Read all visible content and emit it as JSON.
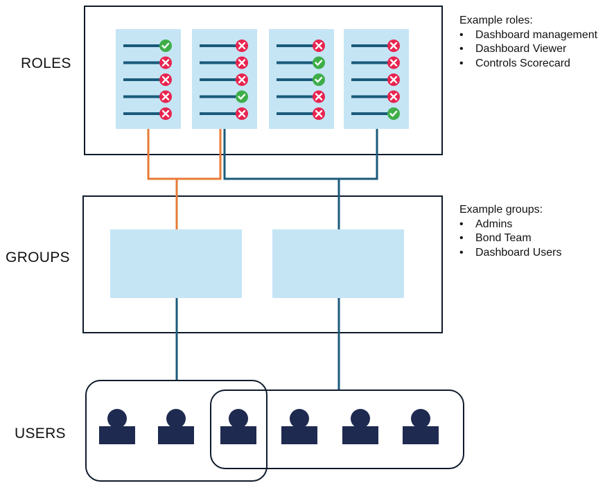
{
  "labels": {
    "roles": "ROLES",
    "groups": "GROUPS",
    "users": "USERS"
  },
  "roles_note": {
    "title": "Example roles:",
    "items": [
      "Dashboard management",
      "Dashboard Viewer",
      "Controls Scorecard"
    ]
  },
  "groups_note": {
    "title": "Example groups:",
    "items": [
      "Admins",
      "Bond Team",
      "Dashboard Users"
    ]
  },
  "roles": [
    {
      "permissions": [
        true,
        false,
        false,
        false,
        false
      ]
    },
    {
      "permissions": [
        false,
        false,
        false,
        true,
        false
      ]
    },
    {
      "permissions": [
        false,
        true,
        true,
        false,
        false
      ]
    },
    {
      "permissions": [
        false,
        false,
        false,
        false,
        true
      ]
    }
  ],
  "groups_count": 2,
  "users_count": 6,
  "colors": {
    "card": "#c5e5f5",
    "line_blue": "#1a5a7a",
    "line_orange": "#e87a35",
    "granted": "#3fae49",
    "denied": "#e8244f",
    "user": "#1e2a4f",
    "border": "#0e1a2b"
  }
}
